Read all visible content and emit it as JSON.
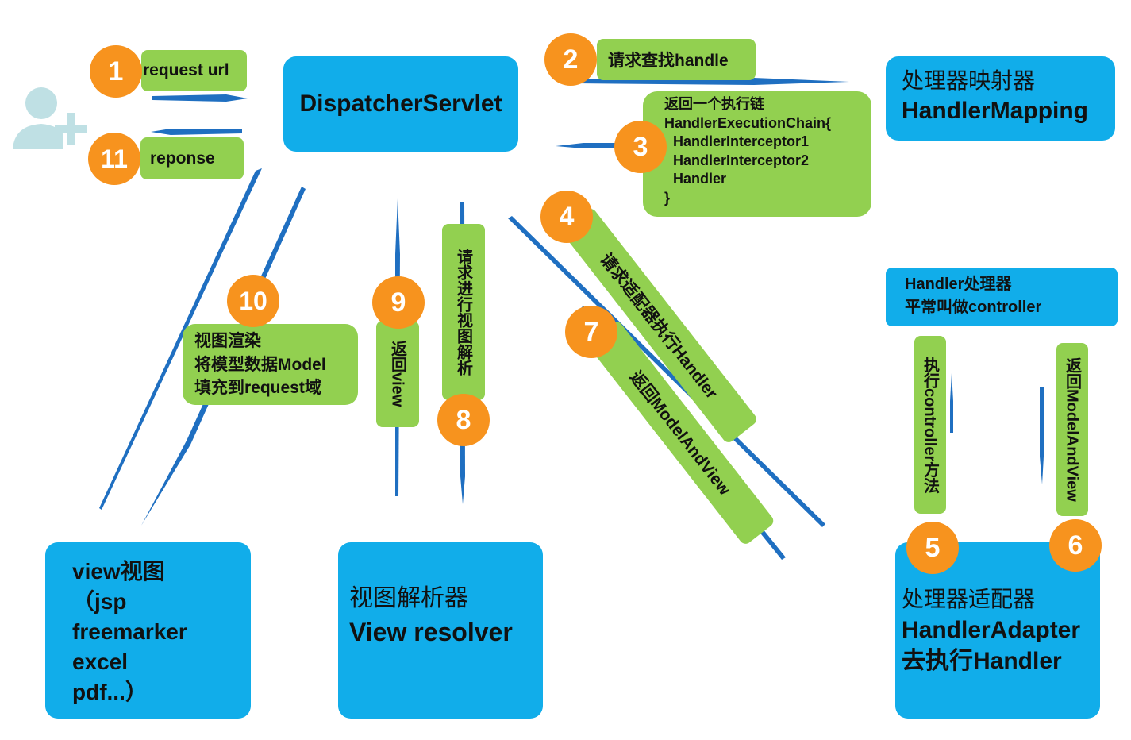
{
  "steps": [
    "1",
    "2",
    "3",
    "4",
    "5",
    "6",
    "7",
    "8",
    "9",
    "10",
    "11"
  ],
  "components": {
    "dispatcher": "DispatcherServlet",
    "mapping_cn": "处理器映射器",
    "mapping_en": "HandlerMapping",
    "handler_note_1": "Handler处理器",
    "handler_note_2": "平常叫做controller",
    "adapter_cn": "处理器适配器",
    "adapter_en": "HandlerAdapter",
    "adapter_desc": "去执行Handler",
    "resolver_cn": "视图解析器",
    "resolver_en": "View resolver",
    "view_lines": [
      "view视图",
      "（jsp",
      "freemarker",
      "excel",
      "pdf...）"
    ]
  },
  "labels": {
    "request_url": "request url",
    "response": "reponse",
    "find_handle": "请求查找handle",
    "chain_lines": [
      "返回一个执行链",
      "HandlerExecutionChain{",
      "HandlerInterceptor1",
      "HandlerInterceptor2",
      "Handler",
      "}"
    ],
    "adapter_exec": "请求适配器执行Handler",
    "exec_controller": "执行controller方法",
    "return_mav_side": "返回ModelAndView",
    "return_mav": "返回ModelAndView",
    "resolve_view": "请求进行视图解析",
    "return_view": "返回view",
    "render_lines": [
      "视图渲染",
      "将模型数据Model",
      "填充到request域"
    ]
  },
  "colors": {
    "component": "#11adea",
    "label": "#92d050",
    "step": "#f7931e",
    "arrow": "#1f6fc1",
    "user_icon": "#bfe0e4"
  },
  "icons": {
    "user": "add-user-icon"
  }
}
